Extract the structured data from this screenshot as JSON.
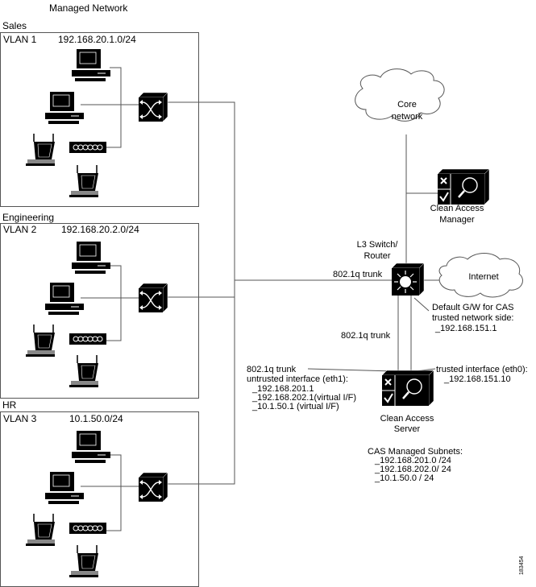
{
  "title": "Managed Network",
  "vlans": [
    {
      "group": "Sales",
      "vlan": "VLAN 1",
      "subnet": "192.168.20.1.0/24"
    },
    {
      "group": "Engineering",
      "vlan": "VLAN 2",
      "subnet": "192.168.20.2.0/24"
    },
    {
      "group": "HR",
      "vlan": "VLAN 3",
      "subnet": "10.1.50.0/24"
    }
  ],
  "core": {
    "line1": "Core",
    "line2": "network"
  },
  "internet": {
    "label": "Internet"
  },
  "cam": {
    "line1": "Clean Access",
    "line2": "Manager"
  },
  "l3": {
    "line1": "L3 Switch/",
    "line2": "Router"
  },
  "trunk_label": "802.1q trunk",
  "trunk_label_vertical": "802.1q trunk",
  "default_gw": {
    "line1": "Default G/W for CAS",
    "line2": "trusted network side:",
    "line3": "_192.168.151.1"
  },
  "untrusted": {
    "line1": "802.1q trunk",
    "line2": "untrusted interface (eth1):",
    "line3": "_192.168.201.1",
    "line4": "_192.168.202.1(virtual I/F)",
    "line5": "_10.1.50.1 (virtual I/F)"
  },
  "trusted": {
    "line1": "trusted interface (eth0):",
    "line2": "_192.168.151.10"
  },
  "cas": {
    "line1": "Clean Access",
    "line2": "Server"
  },
  "subnets": {
    "title": "CAS Managed Subnets:",
    "items": [
      "_192.168.201.0 /24",
      "_192.168.202.0/ 24",
      "_10.1.50.0 / 24"
    ]
  },
  "figure_id": "183454"
}
